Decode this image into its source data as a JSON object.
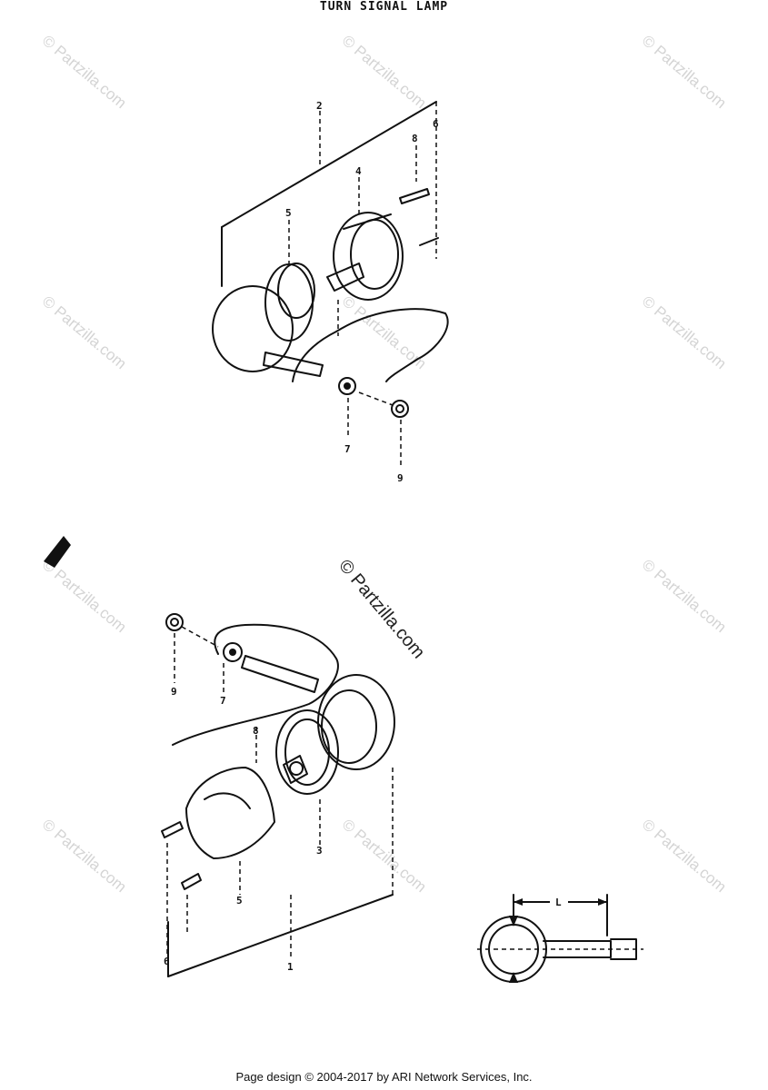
{
  "title": "TURN SIGNAL LAMP",
  "watermark": "© Partzilla.com",
  "footer": "Page design © 2004-2017 by ARI Network Services, Inc.",
  "callouts_top": [
    "2",
    "6",
    "4",
    "5",
    "8",
    "7",
    "9"
  ],
  "callouts_bottom": [
    "9",
    "7",
    "8",
    "3",
    "1",
    "6",
    "5"
  ],
  "dimension_label": "L"
}
